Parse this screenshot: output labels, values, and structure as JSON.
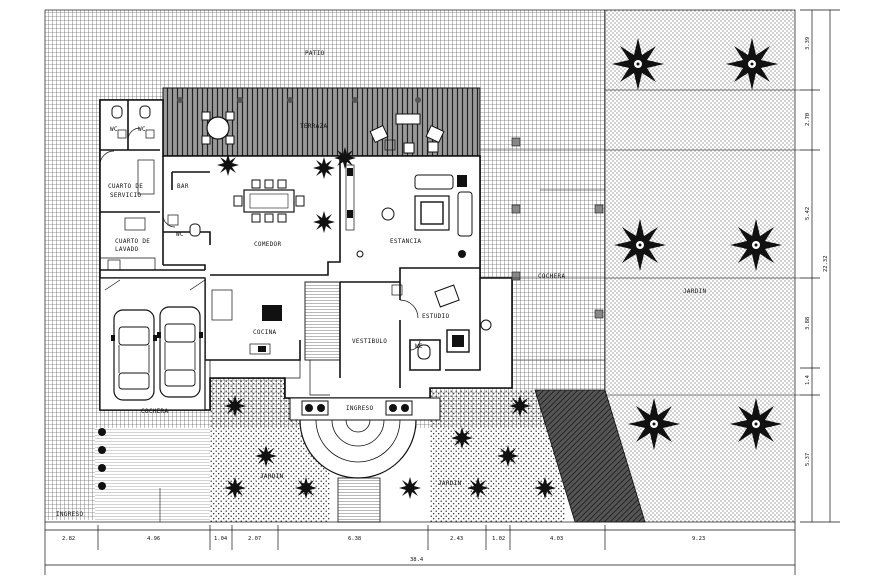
{
  "labels": {
    "patio": "PATIO",
    "terraza": "TERRAZA",
    "wc1": "WC",
    "wc2": "WC",
    "bar": "BAR",
    "cuarto_servicio": "CUARTO DE SERVICIO",
    "cuarto_servicio_l1": "CUARTO DE",
    "cuarto_servicio_l2": "SERVICIO",
    "cuarto_lavado_l1": "CUARTO DE",
    "cuarto_lavado_l2": "LAVADO",
    "wc3": "WC",
    "comedor": "COMEDOR",
    "estancia": "ESTANCIA",
    "cochera_side": "COCHERA",
    "jardin_right": "JARDIN",
    "estudio": "ESTUDIO",
    "vestibulo": "VESTIBULO",
    "wc4": "WC",
    "cocina": "COCINA",
    "cochera": "COCHERA",
    "ingreso": "INGRESO",
    "jardin_left": "JARDIN",
    "jardin_center": "JARDIN",
    "ingreso_bottom": "INGRESO"
  },
  "dimensions": {
    "horizontal": [
      "2.82",
      "4.96",
      "1.04",
      "2.07",
      "6.38",
      "2.43",
      "1.02",
      "4.03",
      "9.23"
    ],
    "total": "38.4",
    "vertical": [
      "3.39",
      "2.70",
      "5.42",
      "3.88",
      "1.4",
      "5.37"
    ],
    "vertical_total": "22.32"
  },
  "colors": {
    "ink": "#111111",
    "paper": "#ffffff"
  }
}
